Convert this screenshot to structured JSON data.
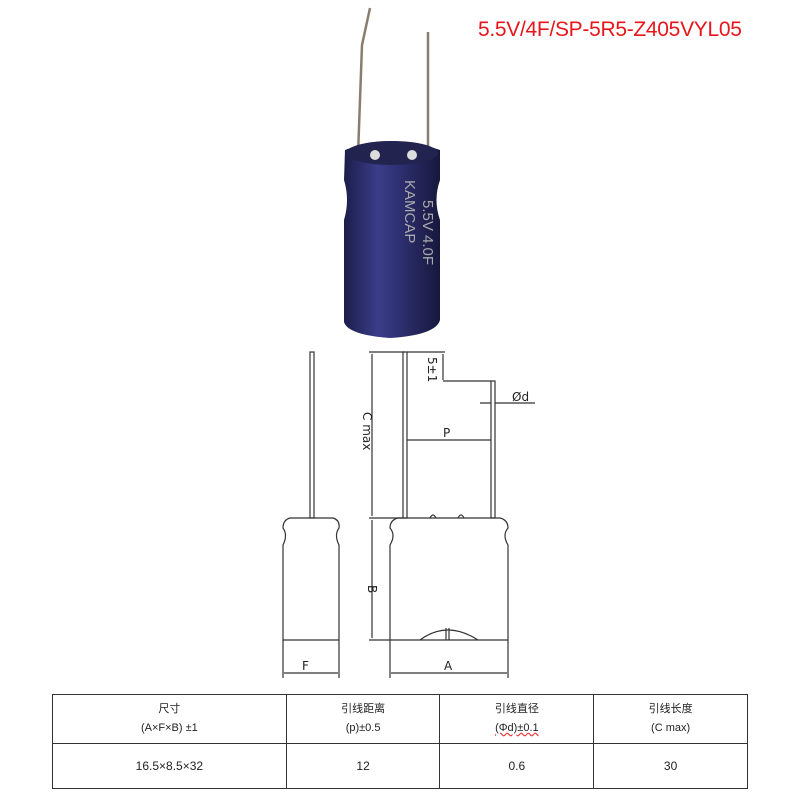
{
  "title": "5.5V/4F/SP-5R5-Z405VYL05",
  "product": {
    "marking": [
      "KAMCAP",
      "5.5V 4.0F"
    ],
    "body_color": "#2c2e6e"
  },
  "diagram": {
    "labels": {
      "c": "C max",
      "b": "B",
      "p": "P",
      "d": "Ød",
      "lead_offset": "5±1",
      "f": "F",
      "a": "A"
    }
  },
  "table": {
    "headers": [
      {
        "title": "尺寸",
        "sub": "(A×F×B) ±1"
      },
      {
        "title": "引线距离",
        "sub": "(p)±0.5"
      },
      {
        "title": "引线直径",
        "sub": "(Φd)±0.1"
      },
      {
        "title": "引线长度",
        "sub": "(C max)"
      }
    ],
    "values": [
      "16.5×8.5×32",
      "12",
      "0.6",
      "30"
    ]
  },
  "colors": {
    "title": "#e8161a"
  }
}
